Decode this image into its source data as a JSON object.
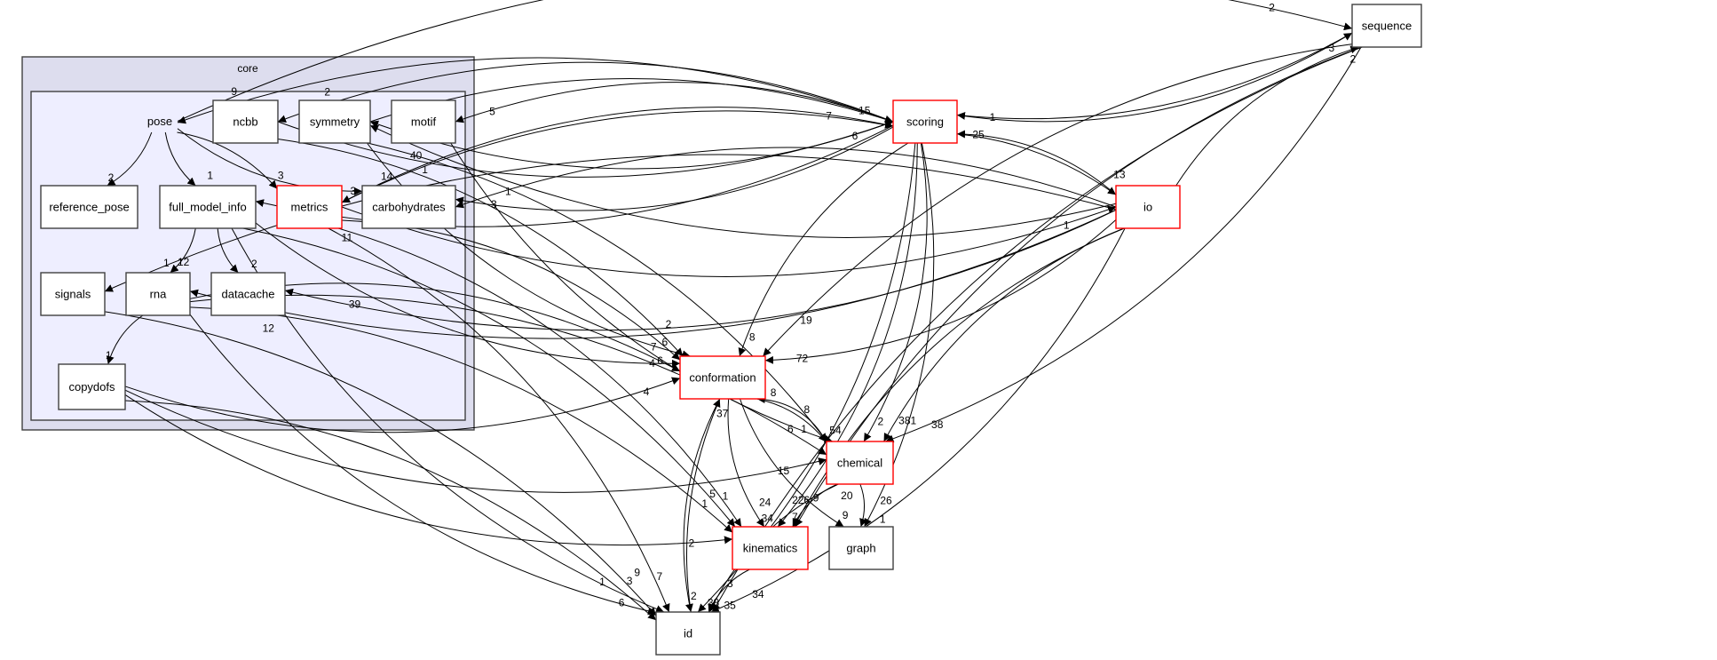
{
  "clusters": {
    "core": "core",
    "pose": "pose"
  },
  "colors": {
    "highlight_border": "#ff0000",
    "normal_border": "#404040",
    "outer_cluster_fill": "#ddddee",
    "inner_cluster_fill": "#eeeeff"
  },
  "nodes": [
    {
      "id": "ncbb",
      "label": "ncbb",
      "highlighted": false
    },
    {
      "id": "symmetry",
      "label": "symmetry",
      "highlighted": false
    },
    {
      "id": "motif",
      "label": "motif",
      "highlighted": false
    },
    {
      "id": "reference_pose",
      "label": "reference_pose",
      "highlighted": false
    },
    {
      "id": "full_model_info",
      "label": "full_model_info",
      "highlighted": false
    },
    {
      "id": "metrics",
      "label": "metrics",
      "highlighted": true
    },
    {
      "id": "carbohydrates",
      "label": "carbohydrates",
      "highlighted": false
    },
    {
      "id": "signals",
      "label": "signals",
      "highlighted": false
    },
    {
      "id": "rna",
      "label": "rna",
      "highlighted": false
    },
    {
      "id": "datacache",
      "label": "datacache",
      "highlighted": false
    },
    {
      "id": "copydofs",
      "label": "copydofs",
      "highlighted": false
    },
    {
      "id": "scoring",
      "label": "scoring",
      "highlighted": true
    },
    {
      "id": "sequence",
      "label": "sequence",
      "highlighted": false
    },
    {
      "id": "io",
      "label": "io",
      "highlighted": true
    },
    {
      "id": "conformation",
      "label": "conformation",
      "highlighted": true
    },
    {
      "id": "chemical",
      "label": "chemical",
      "highlighted": true
    },
    {
      "id": "kinematics",
      "label": "kinematics",
      "highlighted": true
    },
    {
      "id": "graph",
      "label": "graph",
      "highlighted": false
    },
    {
      "id": "id",
      "label": "id",
      "highlighted": false
    }
  ],
  "edges": [
    {
      "from": "pose",
      "to": "reference_pose",
      "label": "2"
    },
    {
      "from": "pose",
      "to": "full_model_info",
      "label": "1"
    },
    {
      "from": "pose",
      "to": "metrics",
      "label": "3"
    },
    {
      "from": "pose",
      "to": "carbohydrates",
      "label": "3"
    },
    {
      "from": "pose",
      "to": "sequence",
      "label": "2"
    },
    {
      "from": "scoring",
      "to": "pose",
      "label": "9"
    },
    {
      "from": "scoring",
      "to": "symmetry",
      "label": "40"
    },
    {
      "from": "ncbb",
      "to": "scoring",
      "label": "6"
    },
    {
      "from": "symmetry",
      "to": "scoring",
      "label": "15"
    },
    {
      "from": "scoring",
      "to": "ncbb",
      "label": "2"
    },
    {
      "from": "io",
      "to": "symmetry",
      "label": "1"
    },
    {
      "from": "scoring",
      "to": "motif",
      "label": "5"
    },
    {
      "from": "scoring",
      "to": "full_model_info",
      "label": "11"
    },
    {
      "from": "scoring",
      "to": "metrics",
      "label": "14"
    },
    {
      "from": "scoring",
      "to": "carbohydrates",
      "label": "3"
    },
    {
      "from": "io",
      "to": "carbohydrates",
      "label": "1"
    },
    {
      "from": "full_model_info",
      "to": "rna",
      "label": "1"
    },
    {
      "from": "full_model_info",
      "to": "datacache",
      "label": "2"
    },
    {
      "from": "io",
      "to": "datacache",
      "label": "39"
    },
    {
      "from": "io",
      "to": "signals",
      "label": "12"
    },
    {
      "from": "io",
      "to": "rna",
      "label": "12"
    },
    {
      "from": "rna",
      "to": "copydofs",
      "label": "1"
    },
    {
      "from": "metrics",
      "to": "scoring",
      "label": "7"
    },
    {
      "from": "io",
      "to": "scoring",
      "label": "25"
    },
    {
      "from": "scoring",
      "to": "io",
      "label": "13"
    },
    {
      "from": "metrics",
      "to": "io",
      "label": "1"
    },
    {
      "from": "io",
      "to": "sequence",
      "label": "2"
    },
    {
      "from": "scoring",
      "to": "sequence",
      "label": "3"
    },
    {
      "from": "sequence",
      "to": "scoring",
      "label": "1"
    },
    {
      "from": "full_model_info",
      "to": "conformation",
      "label": "4"
    },
    {
      "from": "rna",
      "to": "conformation",
      "label": "7"
    },
    {
      "from": "copydofs",
      "to": "conformation",
      "label": "4"
    },
    {
      "from": "metrics",
      "to": "conformation",
      "label": "6"
    },
    {
      "from": "symmetry",
      "to": "conformation",
      "label": "6"
    },
    {
      "from": "ncbb",
      "to": "conformation",
      "label": "2"
    },
    {
      "from": "scoring",
      "to": "conformation",
      "label": "8"
    },
    {
      "from": "io",
      "to": "conformation",
      "label": "72"
    },
    {
      "from": "sequence",
      "to": "conformation",
      "label": "19"
    },
    {
      "from": "conformation",
      "to": "chemical",
      "label": "54"
    },
    {
      "from": "chemical",
      "to": "conformation",
      "label": "8"
    },
    {
      "from": "rna",
      "to": "chemical",
      "label": "6"
    },
    {
      "from": "copydofs",
      "to": "chemical",
      "label": "15"
    },
    {
      "from": "symmetry",
      "to": "chemical",
      "label": "8"
    },
    {
      "from": "motif",
      "to": "chemical",
      "label": "1"
    },
    {
      "from": "scoring",
      "to": "chemical",
      "label": "2"
    },
    {
      "from": "io",
      "to": "chemical",
      "label": "381"
    },
    {
      "from": "sequence",
      "to": "chemical",
      "label": "38"
    },
    {
      "from": "conformation",
      "to": "kinematics",
      "label": "34"
    },
    {
      "from": "rna",
      "to": "kinematics",
      "label": "1"
    },
    {
      "from": "copydofs",
      "to": "kinematics",
      "label": "2"
    },
    {
      "from": "full_model_info",
      "to": "kinematics",
      "label": "5"
    },
    {
      "from": "chemical",
      "to": "kinematics",
      "label": "7"
    },
    {
      "from": "metrics",
      "to": "kinematics",
      "label": "1"
    },
    {
      "from": "io",
      "to": "kinematics",
      "label": "9"
    },
    {
      "from": "scoring",
      "to": "kinematics",
      "label": "226"
    },
    {
      "from": "sequence",
      "to": "kinematics",
      "label": "20"
    },
    {
      "from": "chemical",
      "to": "graph",
      "label": "1"
    },
    {
      "from": "conformation",
      "to": "graph",
      "label": "9"
    },
    {
      "from": "scoring",
      "to": "graph",
      "label": "26"
    },
    {
      "from": "conformation",
      "to": "id",
      "label": "2"
    },
    {
      "from": "id",
      "to": "conformation",
      "label": "37"
    },
    {
      "from": "kinematics",
      "to": "id",
      "label": "38"
    },
    {
      "from": "signals",
      "to": "id",
      "label": "3"
    },
    {
      "from": "rna",
      "to": "id",
      "label": "6"
    },
    {
      "from": "copydofs",
      "to": "id",
      "label": "9"
    },
    {
      "from": "full_model_info",
      "to": "id",
      "label": "1"
    },
    {
      "from": "metrics",
      "to": "id",
      "label": "7"
    },
    {
      "from": "chemical",
      "to": "id",
      "label": "35"
    },
    {
      "from": "io",
      "to": "id",
      "label": "34"
    },
    {
      "from": "sequence",
      "to": "id",
      "label": "24"
    },
    {
      "from": "scoring",
      "to": "id",
      "label": "3"
    }
  ]
}
